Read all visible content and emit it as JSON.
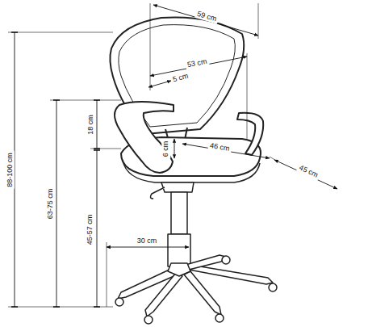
{
  "diagram": {
    "labels": [
      "59 cm",
      "53 cm",
      "5 cm",
      "18 cm",
      "6 cm",
      "46 cm",
      "45 cm",
      "88-100 cm",
      "63-75 cm",
      "45-57 cm",
      "30 cm"
    ]
  }
}
